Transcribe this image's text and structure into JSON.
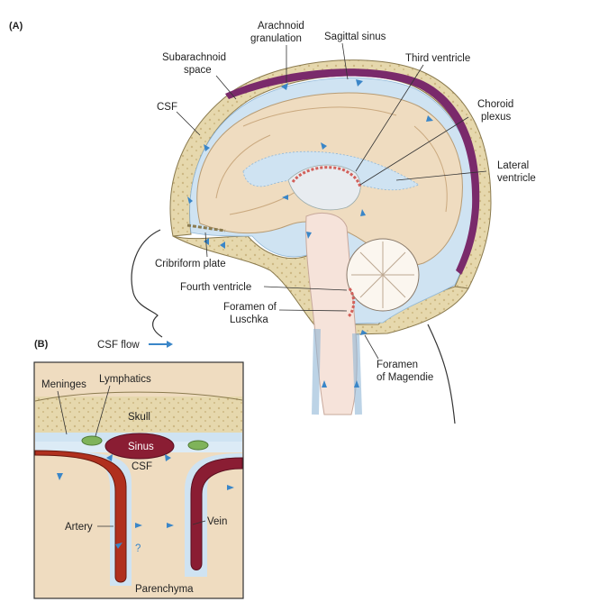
{
  "panel_a": {
    "letter": "(A)",
    "labels": {
      "arachnoid_1": "Arachnoid",
      "arachnoid_2": "granulation",
      "sagittal_sinus": "Sagittal sinus",
      "subarachnoid_1": "Subarachnoid",
      "subarachnoid_2": "space",
      "third_ventricle": "Third ventricle",
      "csf": "CSF",
      "choroid_1": "Choroid",
      "choroid_2": "plexus",
      "lateral_1": "Lateral",
      "lateral_2": "ventricle",
      "cribriform": "Cribriform plate",
      "fourth_ventricle": "Fourth ventricle",
      "luschka_1": "Foramen of",
      "luschka_2": "Luschka",
      "magendie_1": "Foramen",
      "magendie_2": "of Magendie"
    }
  },
  "panel_b": {
    "letter": "(B)",
    "legend_label": "CSF flow",
    "labels": {
      "meninges": "Meninges",
      "lymphatics": "Lymphatics",
      "skull": "Skull",
      "sinus": "Sinus",
      "csf": "CSF",
      "artery": "Artery",
      "vein": "Vein",
      "question": "?",
      "parenchyma": "Parenchyma"
    }
  },
  "colors": {
    "csf_flow": "#3a86c8",
    "csf_fill": "#cfe3f2",
    "brain_tissue": "#efdcc0",
    "bone": "#e2d3a6",
    "sinus": "#8a1d33",
    "artery": "#b0301e",
    "lymphatics": "#7fb35a"
  }
}
